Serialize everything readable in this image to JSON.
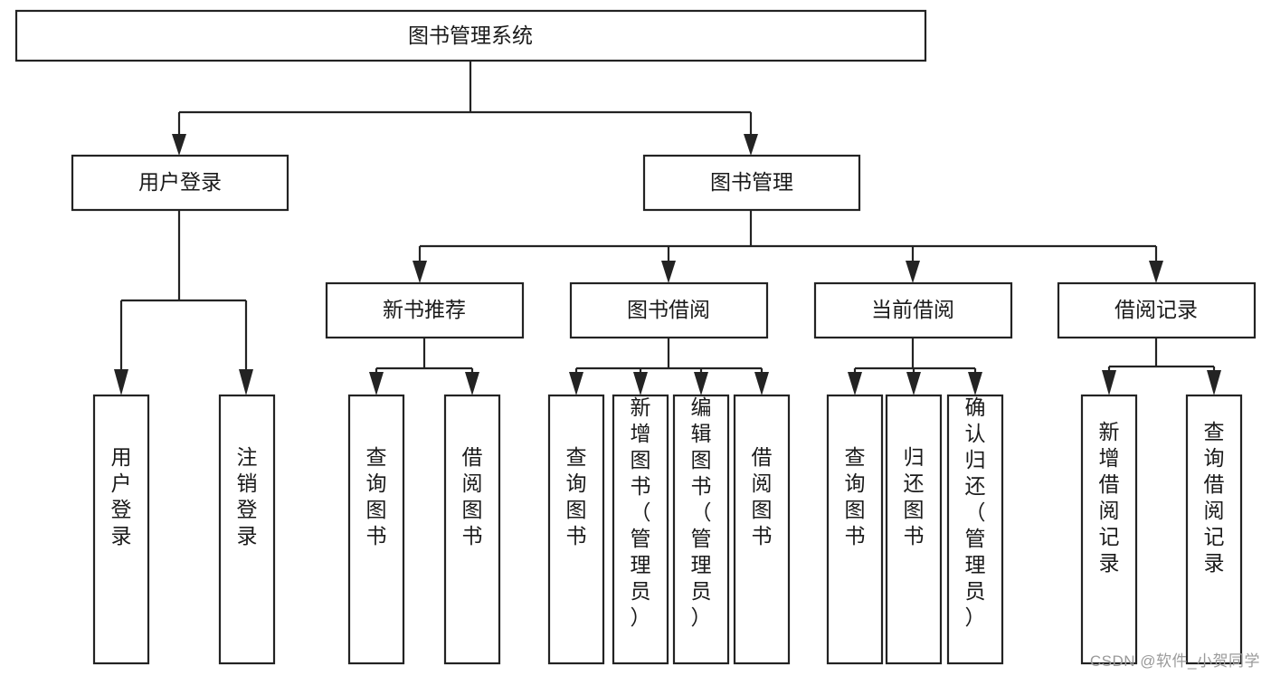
{
  "diagram": {
    "type": "tree",
    "title": "图书管理系统",
    "watermark": "CSDN @软件_小贺同学",
    "colors": {
      "stroke": "#232323",
      "fill": "#ffffff",
      "text": "#1a1a1a",
      "watermark": "#9a9a9a"
    },
    "nodes": {
      "root": {
        "label": "图书管理系统",
        "level": 1,
        "orientation": "horizontal"
      },
      "l2": [
        {
          "label": "用户登录",
          "level": 2,
          "orientation": "horizontal"
        },
        {
          "label": "图书管理",
          "level": 2,
          "orientation": "horizontal"
        }
      ],
      "l3": [
        {
          "label": "新书推荐",
          "level": 3,
          "orientation": "horizontal"
        },
        {
          "label": "图书借阅",
          "level": 3,
          "orientation": "horizontal"
        },
        {
          "label": "当前借阅",
          "level": 3,
          "orientation": "horizontal"
        },
        {
          "label": "借阅记录",
          "level": 3,
          "orientation": "horizontal"
        }
      ],
      "leaves_user_login": [
        {
          "label": "用户登录",
          "orientation": "vertical"
        },
        {
          "label": "注销登录",
          "orientation": "vertical"
        }
      ],
      "leaves_new_book": [
        {
          "label": "查询图书",
          "orientation": "vertical"
        },
        {
          "label": "借阅图书",
          "orientation": "vertical"
        }
      ],
      "leaves_borrow": [
        {
          "label": "查询图书",
          "orientation": "vertical"
        },
        {
          "label": "新增图书（管理员）",
          "orientation": "vertical"
        },
        {
          "label": "编辑图书（管理员）",
          "orientation": "vertical"
        },
        {
          "label": "借阅图书",
          "orientation": "vertical"
        }
      ],
      "leaves_current": [
        {
          "label": "查询图书",
          "orientation": "vertical"
        },
        {
          "label": "归还图书",
          "orientation": "vertical"
        },
        {
          "label": "确认归还（管理员）",
          "orientation": "vertical"
        }
      ],
      "leaves_records": [
        {
          "label": "新增借阅记录",
          "orientation": "vertical"
        },
        {
          "label": "查询借阅记录",
          "orientation": "vertical"
        }
      ]
    }
  }
}
